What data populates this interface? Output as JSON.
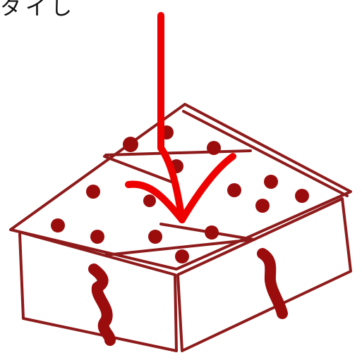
{
  "caption": "タイし",
  "colors": {
    "outline": "#8e1b1b",
    "dot": "#9b0d0d",
    "arrow": "#ee0000",
    "background": "#ffffff",
    "text": "#111111"
  },
  "illustration": {
    "subject": "dotted-tray-box",
    "arrow_direction": "down"
  }
}
